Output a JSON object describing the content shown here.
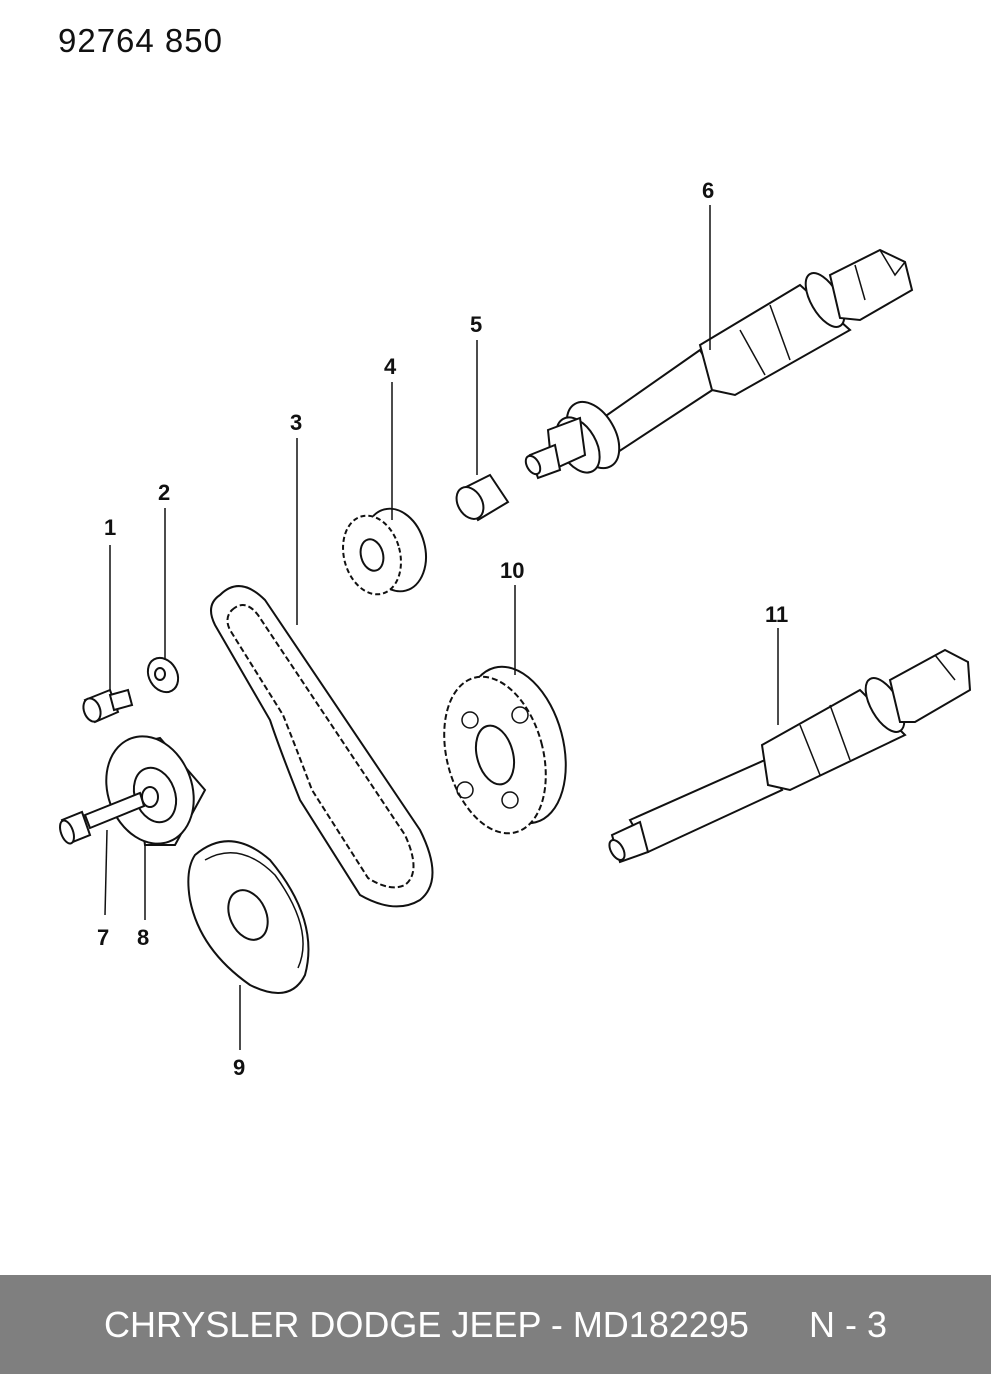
{
  "header": {
    "code": "92764  850"
  },
  "callouts": [
    "1",
    "2",
    "3",
    "4",
    "5",
    "6",
    "7",
    "8",
    "9",
    "10",
    "11"
  ],
  "footer": {
    "text": "CHRYSLER DODGE JEEP - MD182295      N - 3"
  }
}
